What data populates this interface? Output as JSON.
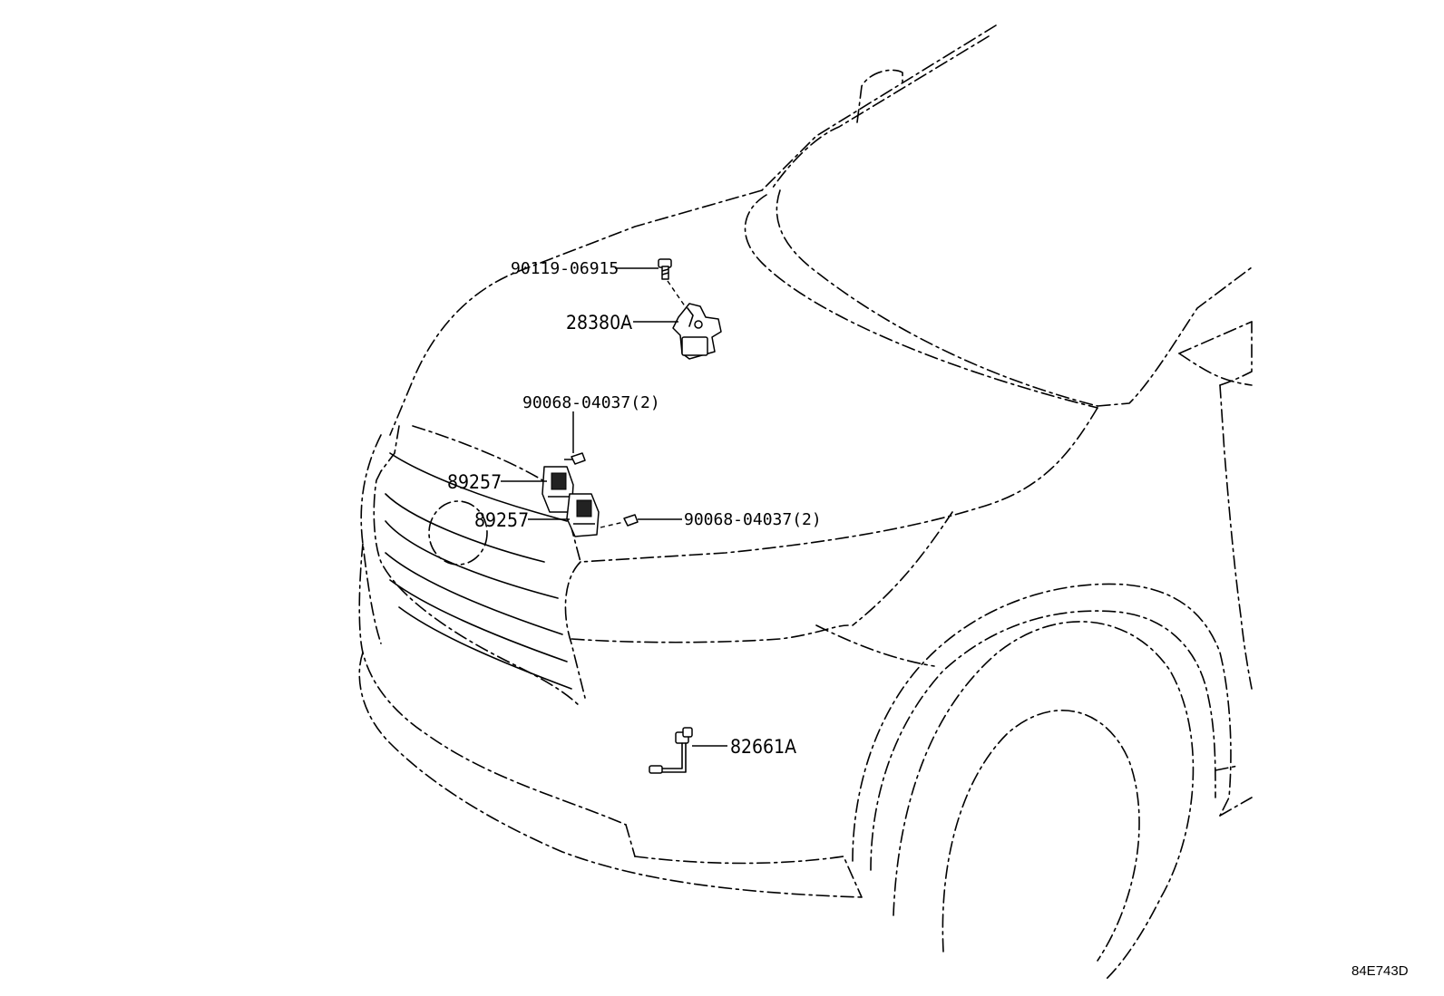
{
  "labels": {
    "bolt_top": "90119-06915",
    "hood_lock": "28380A",
    "screw_upper": "90068-04037(2)",
    "sensor_upper": "89257",
    "sensor_lower": "89257",
    "screw_lower": "90068-04037(2)",
    "wire_part": "82661A"
  },
  "diagram_ref": "84E743D"
}
